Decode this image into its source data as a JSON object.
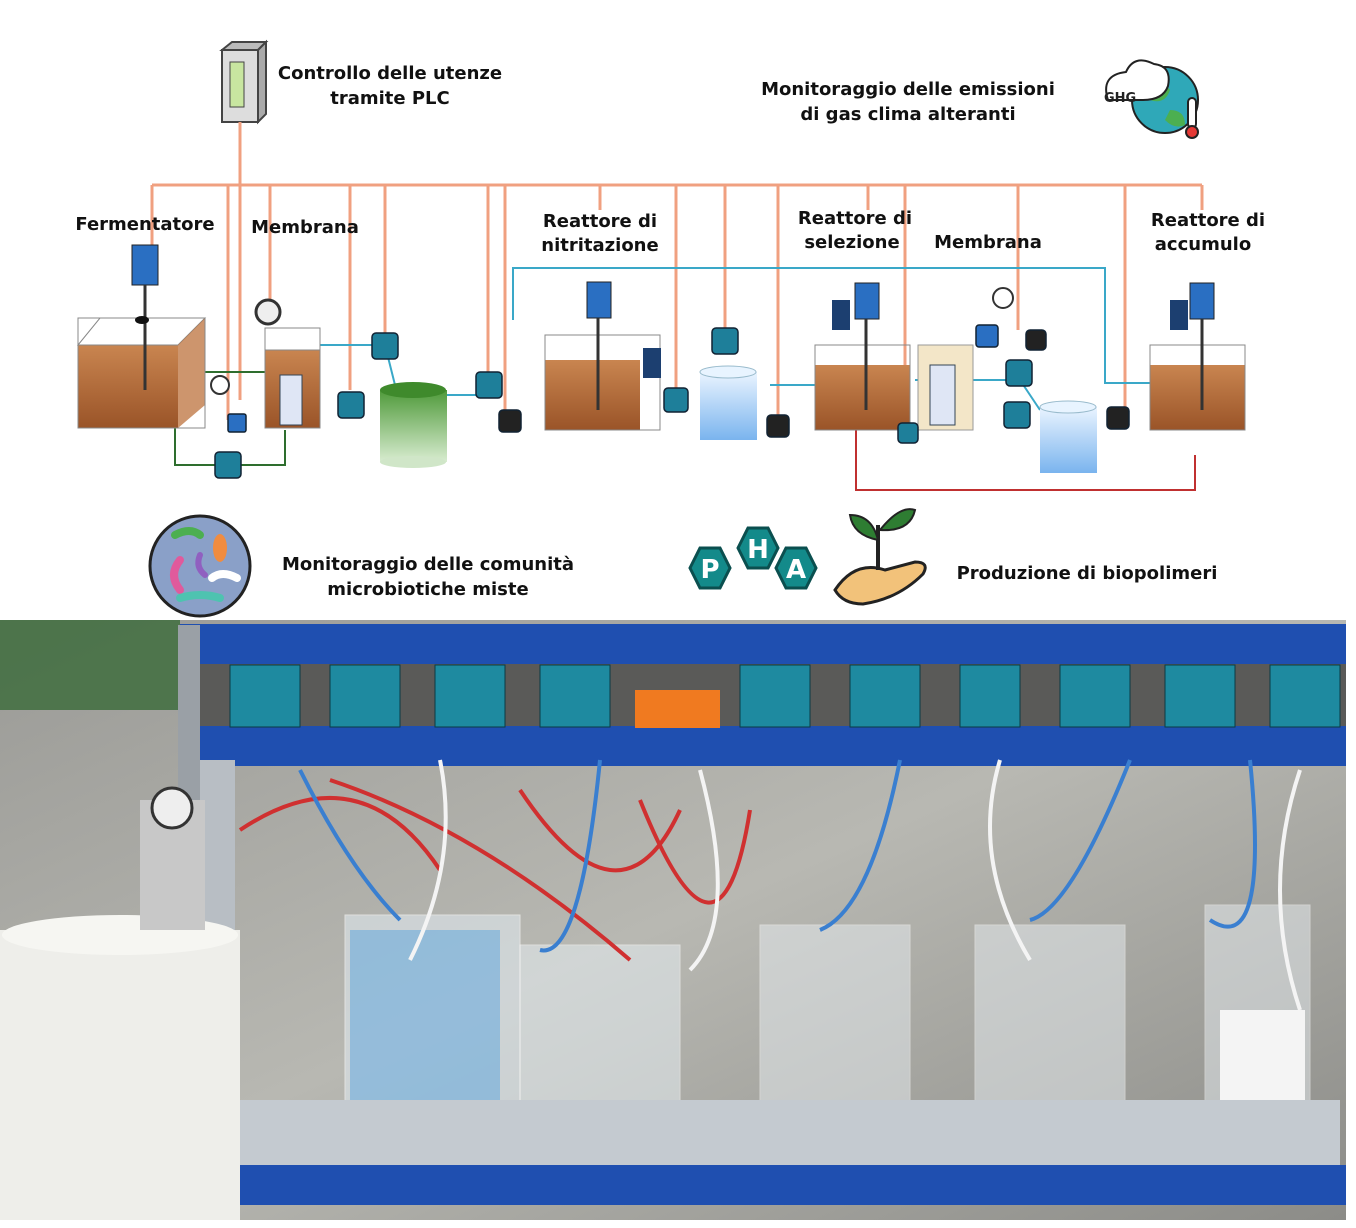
{
  "labels": {
    "plc_line1": "Controllo delle utenze",
    "plc_line2": "tramite PLC",
    "ghg_line1": "Monitoraggio delle emissioni",
    "ghg_line2": "di gas clima alteranti",
    "ghg_badge": "GHG",
    "fermentatore": "Fermentatore",
    "membrana1": "Membrana",
    "nitritazione_line1": "Reattore di",
    "nitritazione_line2": "nitritazione",
    "selezione_line1": "Reattore di",
    "selezione_line2": "selezione",
    "membrana2": "Membrana",
    "accumulo_line1": "Reattore di",
    "accumulo_line2": "accumulo",
    "microbe_line1": "Monitoraggio delle comunità",
    "microbe_line2": "microbiotiche miste",
    "pha": [
      "P",
      "H",
      "A"
    ],
    "biopolimeri": "Produzione di biopolimeri"
  },
  "colors": {
    "plc_line": "#f0a080",
    "water_line": "#3aa8c8",
    "tank_brown": "#b56a3a",
    "feed_line": "#f5b800",
    "return_line": "#c03030",
    "recycle_line": "#2e6e2e",
    "pump_teal": "#1e7f9a",
    "shelf_blue": "#1f4fb0",
    "hex_teal": "#138a8a"
  }
}
